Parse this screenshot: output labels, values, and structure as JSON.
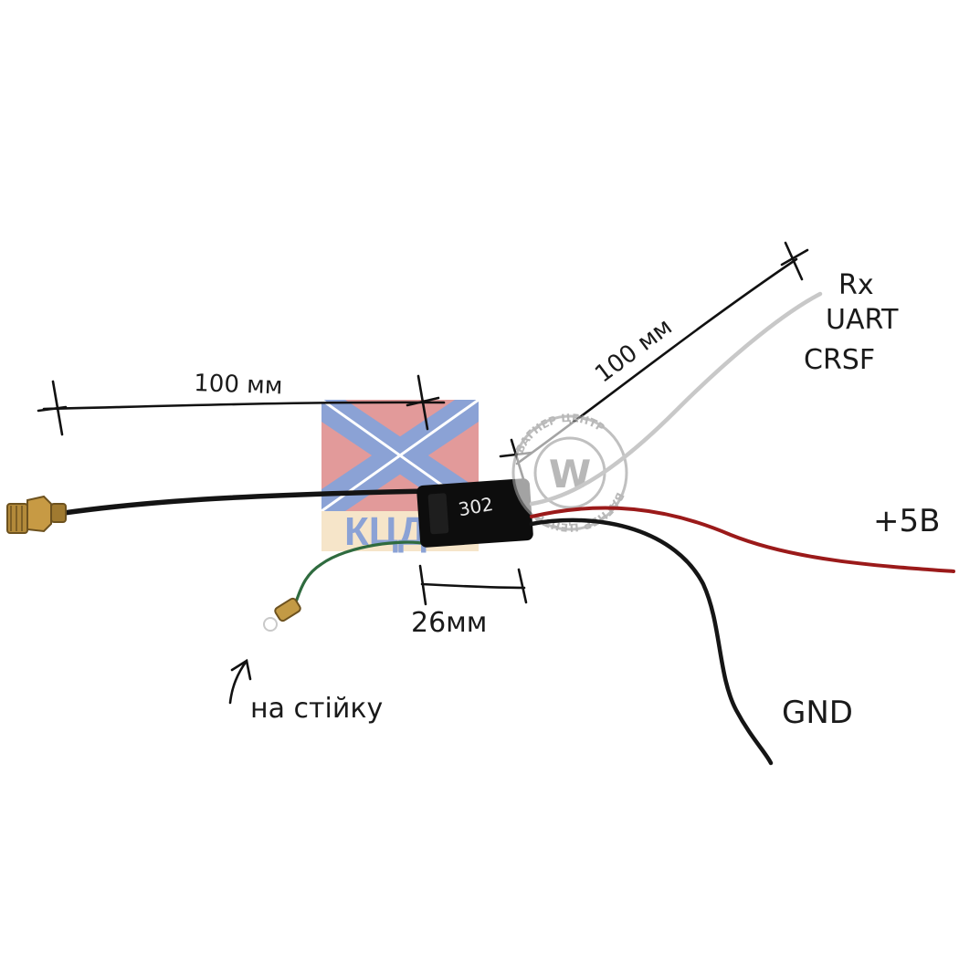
{
  "module": {
    "label": "302"
  },
  "dimensions": {
    "left_wire": "100 мм",
    "right_wire": "100 мм",
    "module_length": "26мм"
  },
  "wires": {
    "signal": [
      "Rx",
      "UART",
      "CRSF"
    ],
    "power": "+5B",
    "ground": "GND"
  },
  "note": {
    "mount": "на стійку"
  },
  "logo": {
    "left_text": "КЦДН",
    "right_ring_text": "ВАГНЕР ЦЕНТР",
    "right_letter": "W"
  },
  "colors": {
    "signal_wire": "#c8c8c8",
    "power_wire": "#9b1a1a",
    "ground_wire": "#151515",
    "antenna_wire": "#141414",
    "mount_wire": "#2f6b3f",
    "module_body": "#0d0d0d",
    "connector": "#b38a3a",
    "flag_red": "#d87474",
    "flag_blue": "#5f7fc6"
  },
  "icons": {
    "arrow": "hand-drawn-arrow-icon",
    "connector": "sma-connector-icon"
  }
}
